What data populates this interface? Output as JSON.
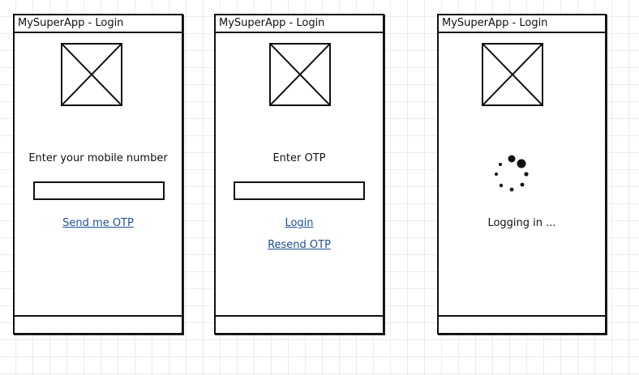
{
  "screens": [
    {
      "title": "MySuperApp - Login",
      "image_icon": "image-placeholder-icon",
      "prompt": "Enter your mobile number",
      "input_value": "",
      "links": [
        "Send me OTP"
      ]
    },
    {
      "title": "MySuperApp - Login",
      "image_icon": "image-placeholder-icon",
      "prompt": "Enter OTP",
      "input_value": "",
      "links": [
        "Login",
        "Resend OTP"
      ]
    },
    {
      "title": "MySuperApp - Login",
      "image_icon": "image-placeholder-icon",
      "spinner_icon": "loading-spinner-icon",
      "status": "Logging in ..."
    }
  ],
  "colors": {
    "link": "#1d4f95",
    "stroke": "#111111",
    "grid": "#ececec"
  }
}
